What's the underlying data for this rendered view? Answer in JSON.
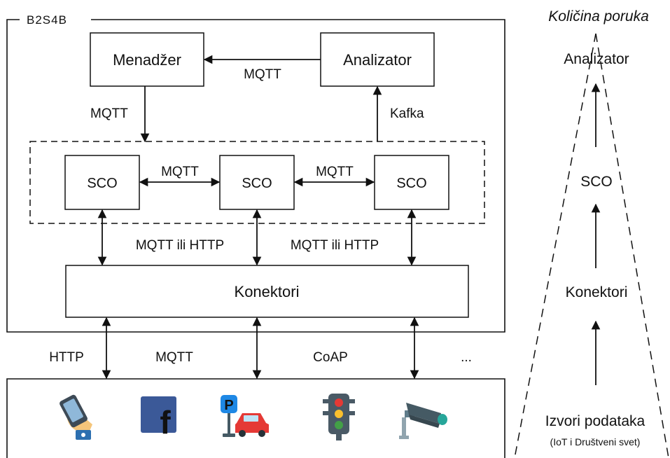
{
  "system": {
    "name": "B2S4B",
    "manager": "Menadžer",
    "analyzer": "Analizator",
    "sco_label": "SCO",
    "connectors": "Konektori"
  },
  "links": {
    "analyzer_to_manager": "MQTT",
    "manager_to_sco": "MQTT",
    "sco_to_analyzer": "Kafka",
    "sco1_sco2": "MQTT",
    "sco2_sco3": "MQTT",
    "sco_connectors_left": "MQTT ili HTTP",
    "sco_connectors_right": "MQTT ili HTTP"
  },
  "protocols": [
    "HTTP",
    "MQTT",
    "CoAP",
    "..."
  ],
  "sources": {
    "icons": [
      "phone-hand-icon",
      "facebook-icon",
      "parking-car-icon",
      "traffic-light-icon",
      "security-camera-icon"
    ],
    "facebook_glyph": "f",
    "parking_glyph": "P"
  },
  "side": {
    "title": "Količina poruka",
    "levels": [
      "Analizator",
      "SCO",
      "Konektori",
      "Izvori podataka"
    ],
    "sources_note": "(IoT i Društveni svet)"
  },
  "colors": {
    "facebook": "#3b5998",
    "parking": "#1e88e5",
    "car": "#e53935",
    "camera": "#455a64",
    "camera_lens": "#26a69a"
  }
}
